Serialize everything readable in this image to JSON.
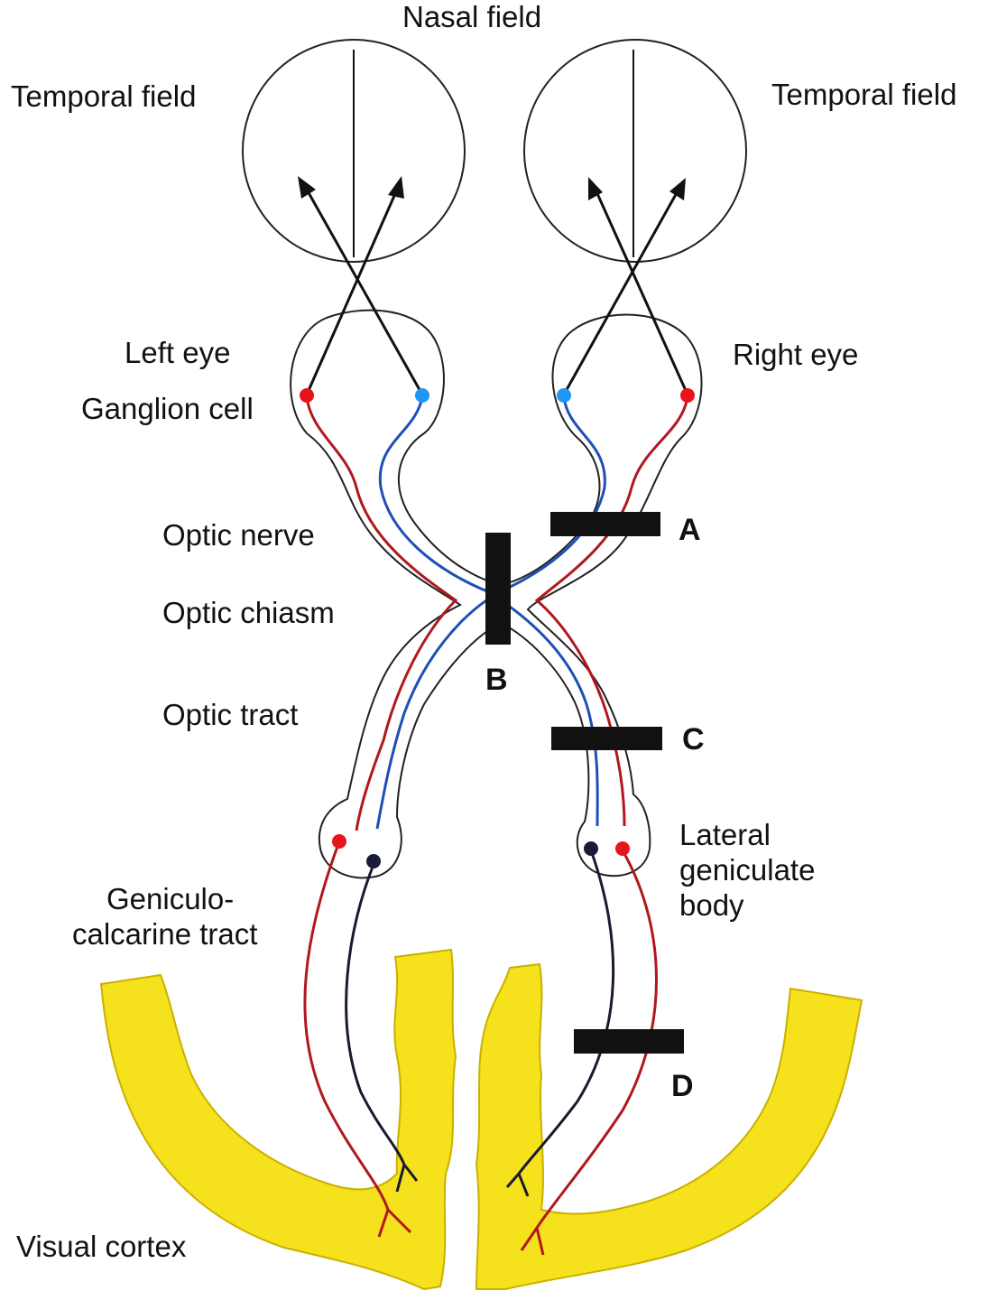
{
  "labels": {
    "nasal_field": "Nasal field",
    "temporal_field_left": "Temporal field",
    "temporal_field_right": "Temporal field",
    "left_eye": "Left eye",
    "right_eye": "Right eye",
    "ganglion_cell": "Ganglion cell",
    "optic_nerve": "Optic nerve",
    "optic_chiasm": "Optic chiasm",
    "optic_tract": "Optic tract",
    "lgb_line1": "Lateral",
    "lgb_line2": "geniculate",
    "lgb_line3": "body",
    "gct_line1": "Geniculo-",
    "gct_line2": "calcarine tract",
    "visual_cortex": "Visual cortex"
  },
  "lesions": {
    "a": "A",
    "b": "B",
    "c": "C",
    "d": "D"
  },
  "colors": {
    "temporal_fiber": "#b0181e",
    "nasal_fiber": "#1f4fb5",
    "radiation_fiber": "#1a1a2e",
    "cortex": "#f6e21c",
    "temporal_cell": "#e8141c",
    "nasal_cell": "#2196f3",
    "lgb_cell": "#1a1a3a"
  }
}
